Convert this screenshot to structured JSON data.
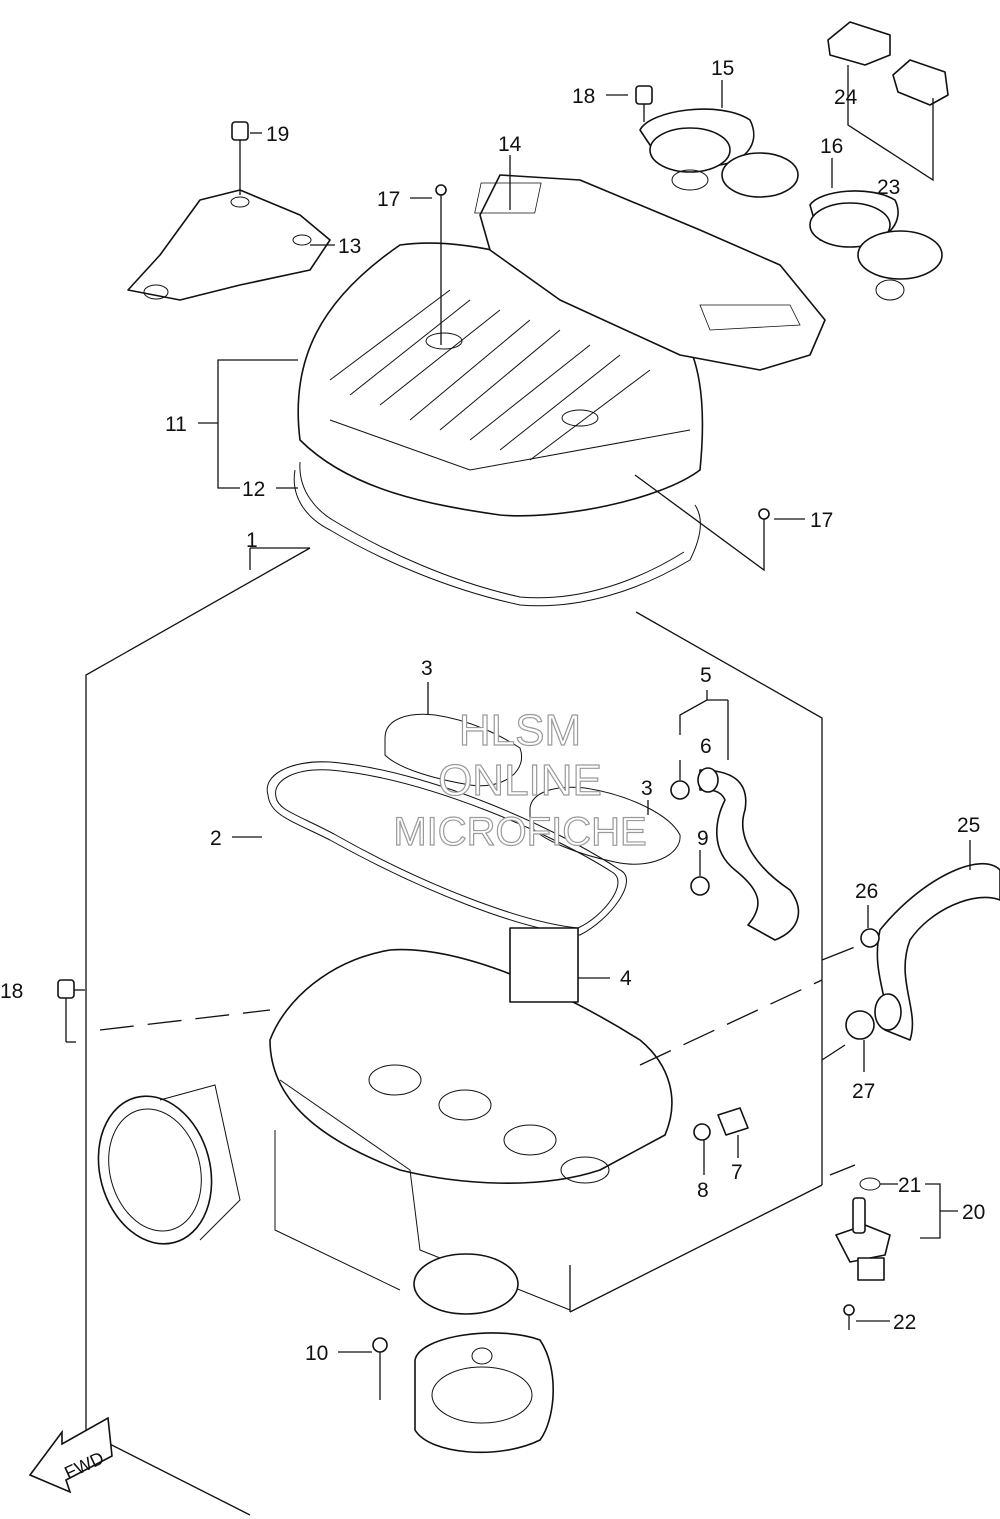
{
  "callouts": [
    {
      "id": "c1",
      "text": "1"
    },
    {
      "id": "c2",
      "text": "2"
    },
    {
      "id": "c3a",
      "text": "3"
    },
    {
      "id": "c3b",
      "text": "3"
    },
    {
      "id": "c4",
      "text": "4"
    },
    {
      "id": "c5",
      "text": "5"
    },
    {
      "id": "c6",
      "text": "6"
    },
    {
      "id": "c7",
      "text": "7"
    },
    {
      "id": "c8",
      "text": "8"
    },
    {
      "id": "c9",
      "text": "9"
    },
    {
      "id": "c10",
      "text": "10"
    },
    {
      "id": "c11",
      "text": "11"
    },
    {
      "id": "c12",
      "text": "12"
    },
    {
      "id": "c13",
      "text": "13"
    },
    {
      "id": "c14",
      "text": "14"
    },
    {
      "id": "c15",
      "text": "15"
    },
    {
      "id": "c16",
      "text": "16"
    },
    {
      "id": "c17a",
      "text": "17"
    },
    {
      "id": "c17b",
      "text": "17"
    },
    {
      "id": "c18a",
      "text": "18"
    },
    {
      "id": "c18b",
      "text": "18"
    },
    {
      "id": "c19",
      "text": "19"
    },
    {
      "id": "c20",
      "text": "20"
    },
    {
      "id": "c21",
      "text": "21"
    },
    {
      "id": "c22",
      "text": "22"
    },
    {
      "id": "c23",
      "text": "23"
    },
    {
      "id": "c24",
      "text": "24"
    },
    {
      "id": "c25",
      "text": "25"
    },
    {
      "id": "c26",
      "text": "26"
    },
    {
      "id": "c27",
      "text": "27"
    }
  ],
  "watermark": {
    "line1": "HLSM",
    "line2": "ONLINE",
    "line3": "MICROFICHE"
  },
  "fwd_label": "FWD"
}
